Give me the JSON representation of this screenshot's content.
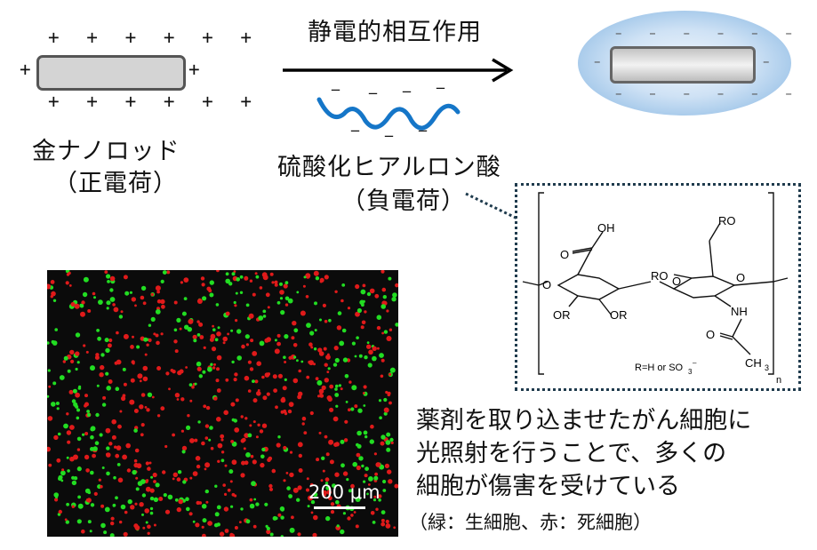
{
  "arrow_label": "静電的相互作用",
  "gold_nanorod": {
    "name": "金ナノロッド",
    "charge": "（正電荷）",
    "plus_row": "+ + + + + +",
    "plus_side": "+"
  },
  "hyaluronic_acid": {
    "name": "硫酸化ヒアルロン酸",
    "charge": "（負電荷）",
    "minus": "_"
  },
  "complex": {
    "minus_row": "– – – – – – –",
    "minus_side": "–"
  },
  "structure": {
    "labels": [
      "OH",
      "O",
      "OR",
      "O",
      "RO",
      "O",
      "O",
      "RO",
      "OR",
      "NH",
      "O",
      "CH",
      "3",
      "n"
    ],
    "note": "R=H or SO",
    "note_sub": "3",
    "note_sup": "–"
  },
  "micrograph": {
    "scale_label": "200 μm",
    "colors": {
      "background": "#0b0b0b",
      "live": "#22dd22",
      "dead": "#e01a1a"
    }
  },
  "caption": {
    "line1": "薬剤を取り込ませたがん細胞に",
    "line2": "光照射を行うことで、多くの",
    "line3": "細胞が傷害を受けている",
    "legend": "（緑：生細胞、赤：死細胞）"
  }
}
